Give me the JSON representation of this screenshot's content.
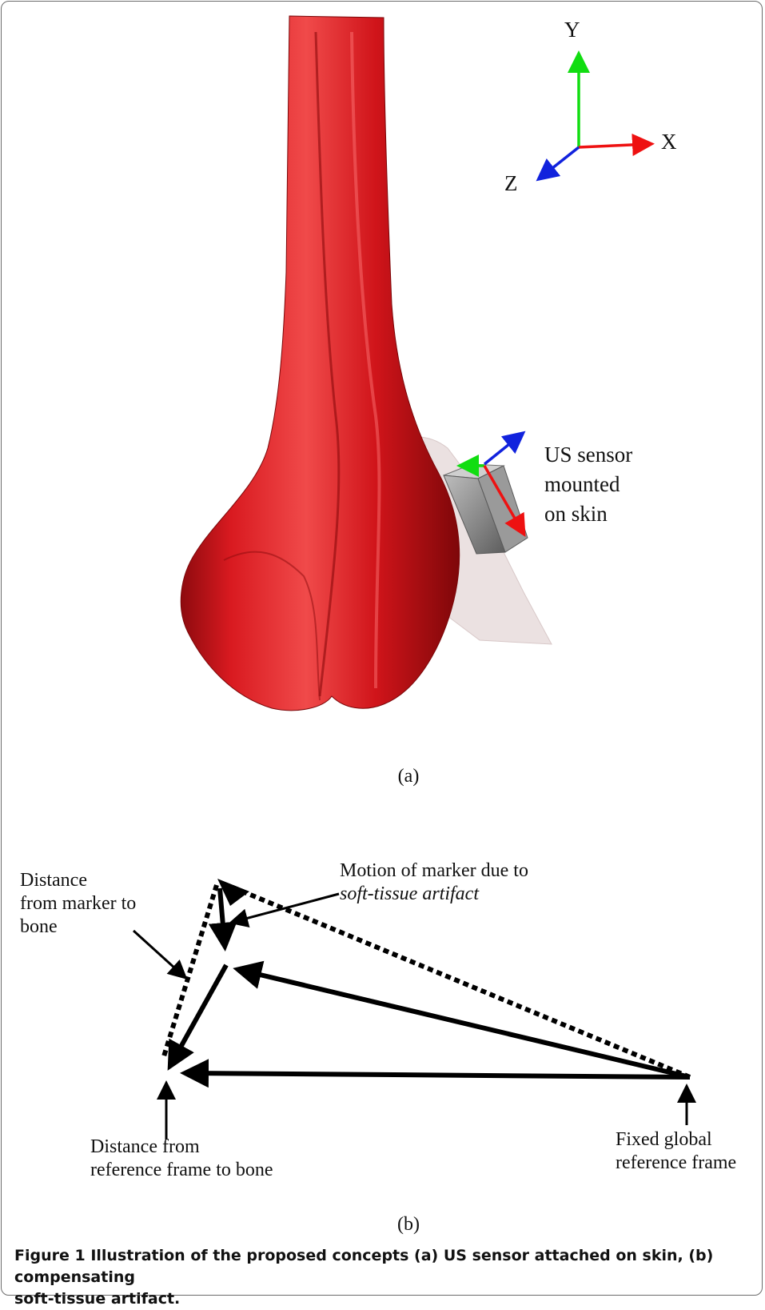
{
  "panel_a": {
    "axes": {
      "y": "Y",
      "x": "X",
      "z": "Z"
    },
    "sensor_label": [
      "US sensor",
      "mounted",
      "on skin"
    ],
    "panel_label": "(a)",
    "colors": {
      "bone": "#d4141b",
      "axis_x": "#ee1111",
      "axis_y": "#11dd11",
      "axis_z": "#1122dd",
      "sensor": "#8a8a8a"
    }
  },
  "panel_b": {
    "label_marker_distance": [
      "Distance",
      "from marker to",
      "bone"
    ],
    "label_motion": [
      "Motion of marker due to",
      "soft-tissue artifact"
    ],
    "label_ref_distance": [
      "Distance from",
      "reference frame to bone"
    ],
    "label_fixed": [
      "Fixed global",
      "reference frame"
    ],
    "panel_label": "(b)"
  },
  "caption": {
    "line1": "Figure 1 Illustration of the proposed concepts (a) US sensor attached on skin, (b) compensating",
    "line2": "soft-tissue artifact."
  }
}
